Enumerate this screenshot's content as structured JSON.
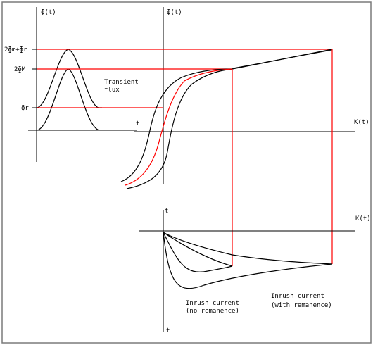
{
  "left_graph": {
    "y_axis_label": "ɸ(t)",
    "x_axis_label": "t",
    "level_labels": {
      "top": "2ɸm+ɸr",
      "mid": "2ɸM",
      "low": "ɸr"
    },
    "curve_label_line1": "Transient",
    "curve_label_line2": "flux"
  },
  "main_graph": {
    "y_axis_label": "ɸ(t)",
    "x_axis_label": "K(t)"
  },
  "bottom_graph": {
    "x_axis_label": "K(t)",
    "y_axis_label_top": "t",
    "y_axis_label_bottom": "t",
    "note_no_remanence_line1": "Inrush current",
    "note_no_remanence_line2": "(no remanence)",
    "note_with_remanence_line1": "Inrush current",
    "note_with_remanence_line2": "(with remanence)"
  },
  "colors": {
    "red": "#ff0000",
    "black": "#000000",
    "frame": "#7a7a7a"
  }
}
